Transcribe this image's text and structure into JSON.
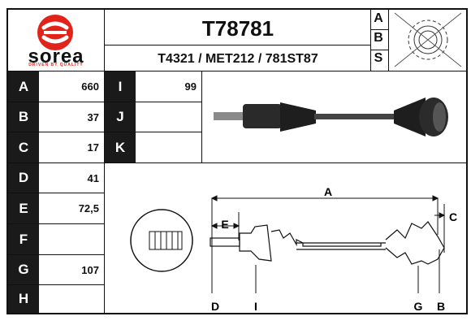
{
  "brand": {
    "name": "sorea",
    "tagline": "DRIVEN BY QUALITY",
    "color": "#e2231a"
  },
  "header": {
    "code": "T78781",
    "references": "T4321 / MET212 / 781ST87"
  },
  "abs": {
    "letters": [
      "A",
      "B",
      "S"
    ]
  },
  "specs": [
    {
      "label": "A",
      "value": "660"
    },
    {
      "label": "B",
      "value": "37"
    },
    {
      "label": "C",
      "value": "17"
    },
    {
      "label": "D",
      "value": "41"
    },
    {
      "label": "E",
      "value": "72,5"
    },
    {
      "label": "F",
      "value": ""
    },
    {
      "label": "G",
      "value": "107"
    },
    {
      "label": "H",
      "value": ""
    }
  ],
  "extra_specs": [
    {
      "label": "I",
      "value": "99"
    },
    {
      "label": "J",
      "value": ""
    },
    {
      "label": "K",
      "value": ""
    }
  ],
  "diagram": {
    "labels": {
      "a": "A",
      "b": "B",
      "c": "C",
      "d": "D",
      "e": "E",
      "g": "G",
      "i": "I"
    }
  }
}
